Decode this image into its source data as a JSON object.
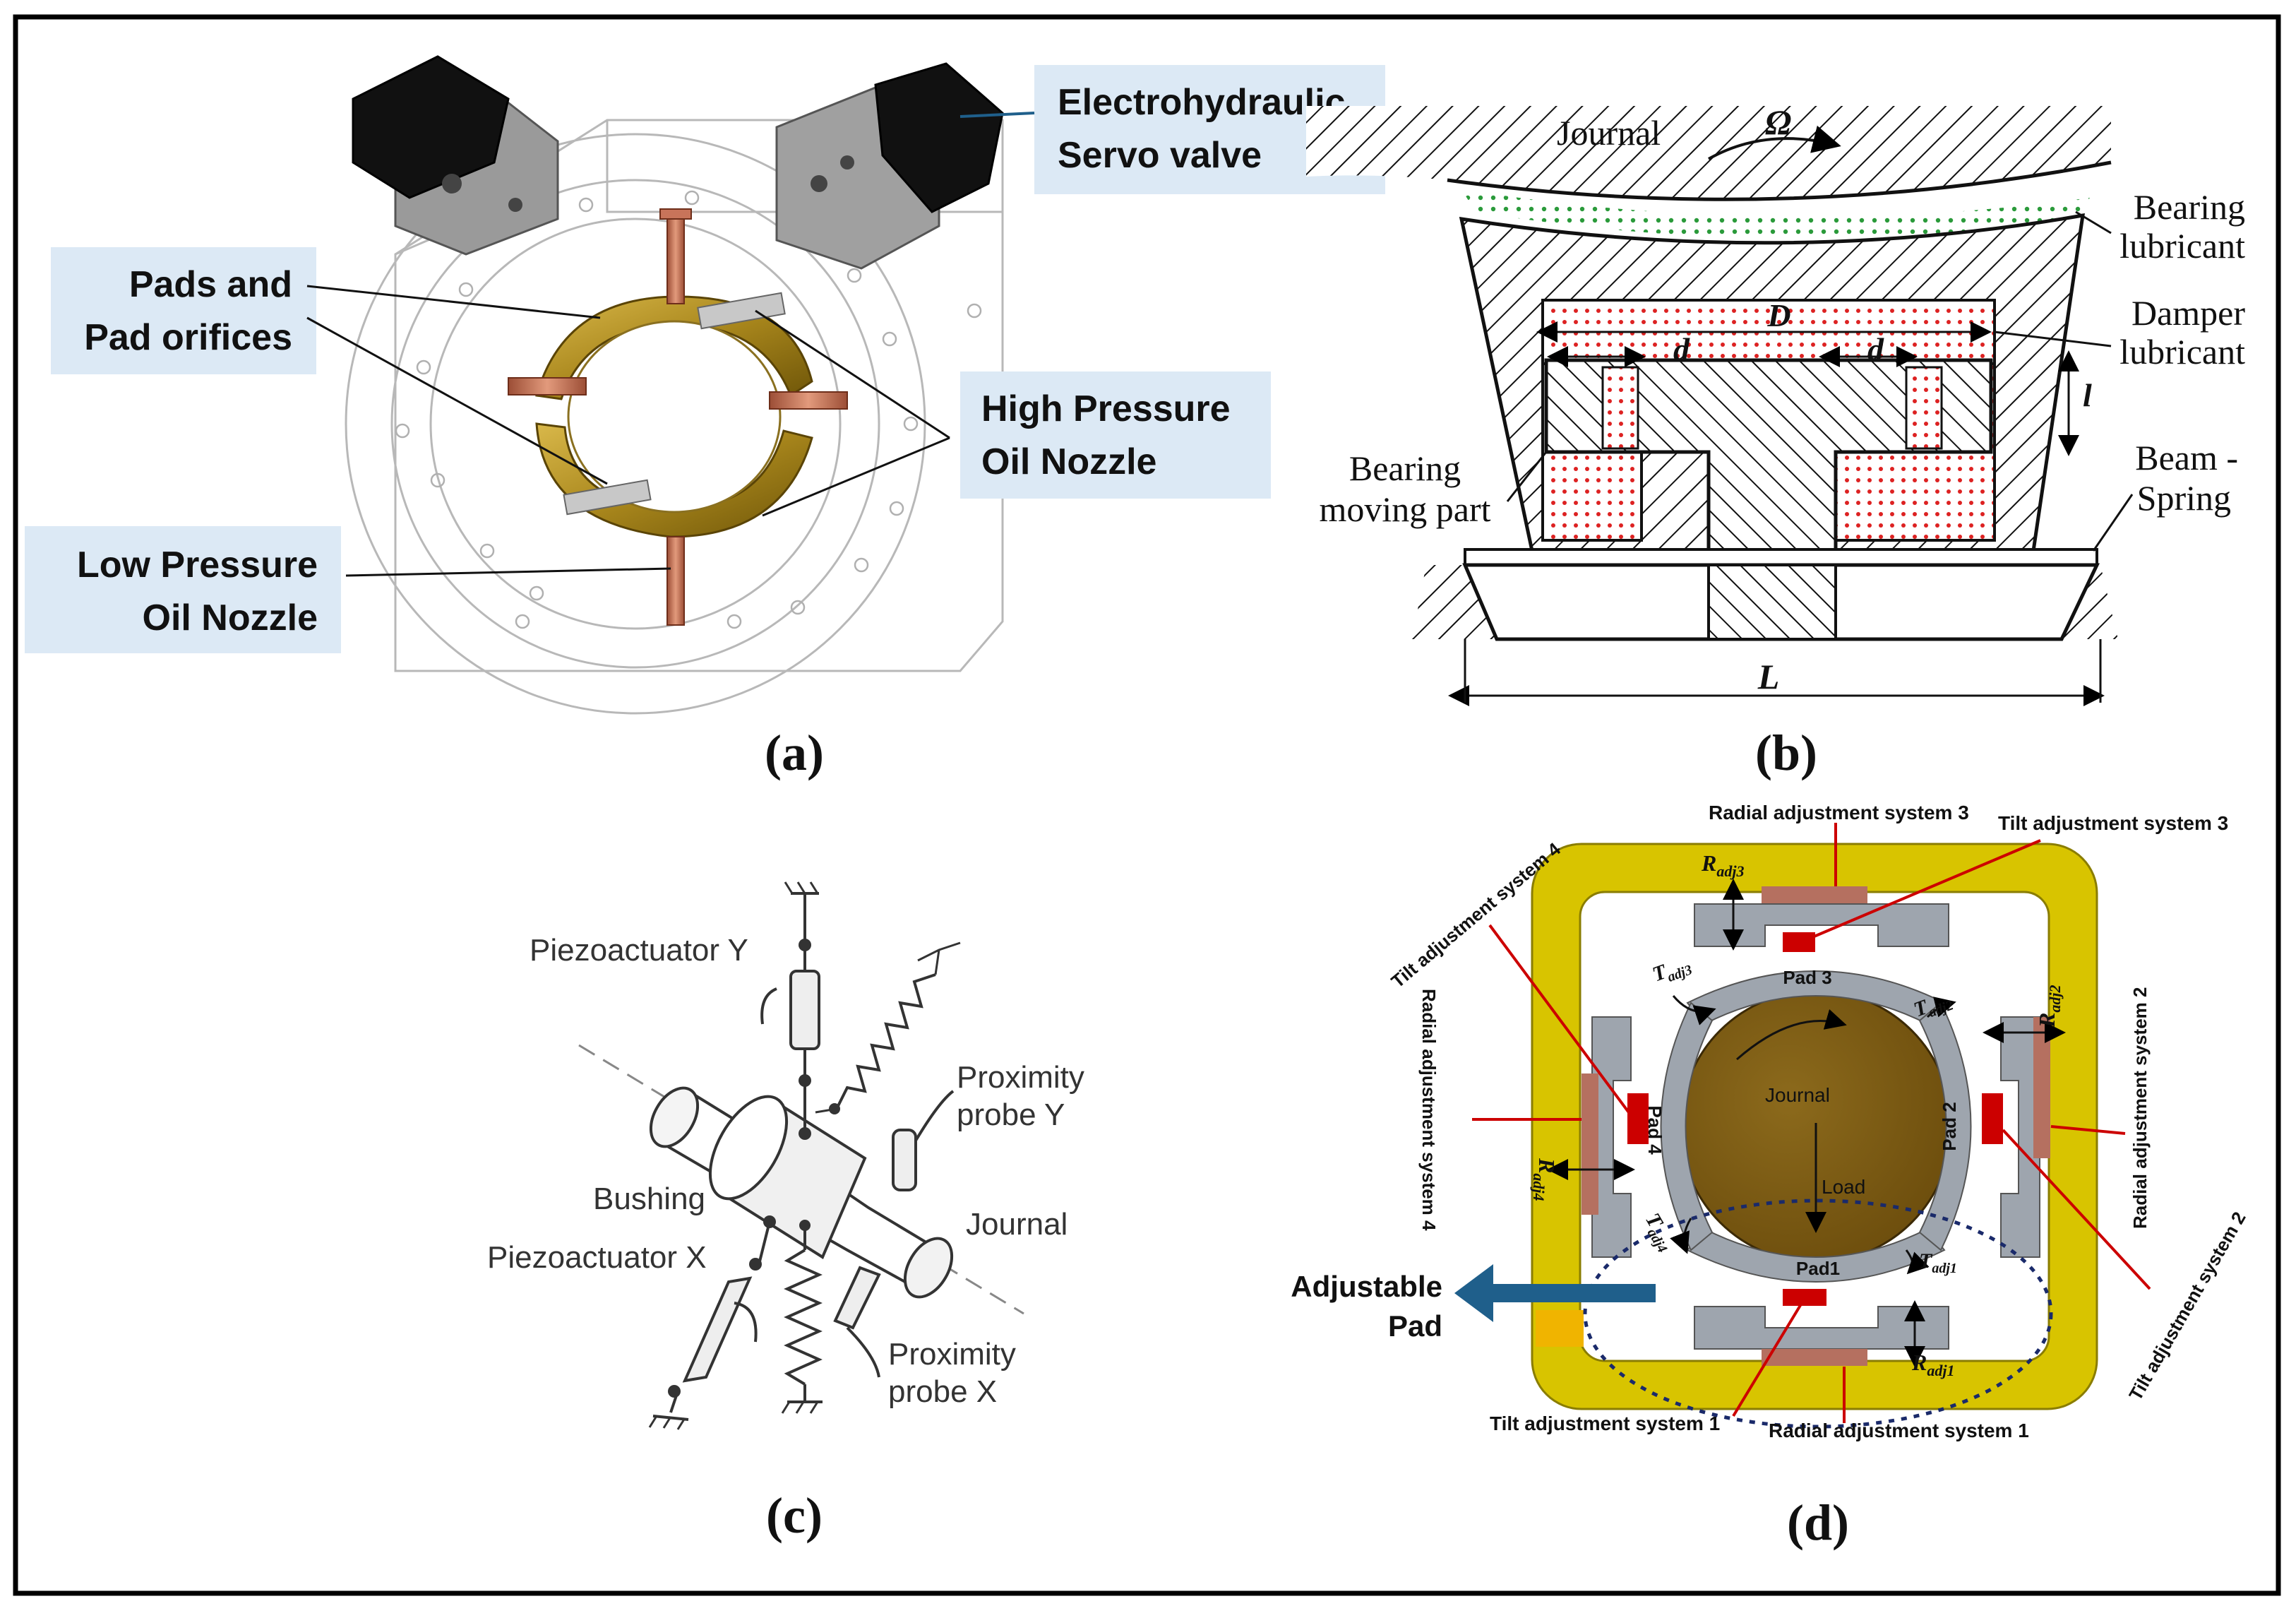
{
  "panel_a": {
    "caption": "(a)",
    "callouts": {
      "servo_line1": "Electrohydraulic",
      "servo_line2": "Servo valve",
      "pads_line1": "Pads and",
      "pads_line2": "Pad orifices",
      "hp_line1": "High Pressure",
      "hp_line2": "Oil Nozzle",
      "lp_line1": "Low Pressure",
      "lp_line2": "Oil Nozzle"
    }
  },
  "panel_b": {
    "caption": "(b)",
    "labels": {
      "journal": "Journal",
      "omega": "Ω",
      "bearing_lubricant_1": "Bearing",
      "bearing_lubricant_2": "lubricant",
      "damper_lubricant_1": "Damper",
      "damper_lubricant_2": "lubricant",
      "dim_D": "D",
      "dim_d_left": "d",
      "dim_d_right": "d",
      "dim_l": "l",
      "dim_L": "L",
      "moving_part_1": "Bearing",
      "moving_part_2": "moving part",
      "beam_spring_1": "Beam -",
      "beam_spring_2": "Spring"
    }
  },
  "panel_c": {
    "caption": "(c)",
    "labels": {
      "piezo_y": "Piezoactuator  Y",
      "piezo_x": "Piezoactuator  X",
      "prox_y_1": "Proximity",
      "prox_y_2": "probe Y",
      "prox_x_1": "Proximity",
      "prox_x_2": "probe X",
      "bushing": "Bushing",
      "journal": "Journal"
    }
  },
  "panel_d": {
    "caption": "(d)",
    "labels": {
      "radial_3": "Radial adjustment system 3",
      "tilt_3": "Tilt adjustment system 3",
      "tilt_4": "Tilt adjustment system 4",
      "radial_4": "Radial adjustment system 4",
      "radial_2": "Radial adjustment system 2",
      "tilt_2": "Tilt adjustment system 2",
      "tilt_1": "Tilt adjustment system 1",
      "radial_1": "Radial adjustment system 1",
      "pad1": "Pad1",
      "pad2": "Pad 2",
      "pad3": "Pad 3",
      "pad4": "Pad 4",
      "journal": "Journal",
      "load": "Load",
      "adjustable_1": "Adjustable",
      "adjustable_2": "Pad",
      "r_adj1": "R",
      "r_adj1_sub": "adj1",
      "r_adj2": "R",
      "r_adj2_sub": "adj2",
      "r_adj3": "R",
      "r_adj3_sub": "adj3",
      "r_adj4": "R",
      "r_adj4_sub": "adj4",
      "t_adj1": "T",
      "t_adj1_sub": "adj1",
      "t_adj2": "T",
      "t_adj2_sub": "adj2",
      "t_adj3": "T",
      "t_adj3_sub": "adj3",
      "t_adj4": "T",
      "t_adj4_sub": "adj4"
    }
  },
  "colors": {
    "callout_bg": "#dce9f5",
    "brass": "#a8861c",
    "copper": "#c8745a",
    "frame_yellow": "#d8c400",
    "journal_brown": "#7a5a12",
    "pad_gray": "#9ea5ae",
    "red": "#cc0000",
    "arrow_blue": "#1f5f8b",
    "green_dots": "#2a9a3a",
    "red_dots": "#d22"
  }
}
